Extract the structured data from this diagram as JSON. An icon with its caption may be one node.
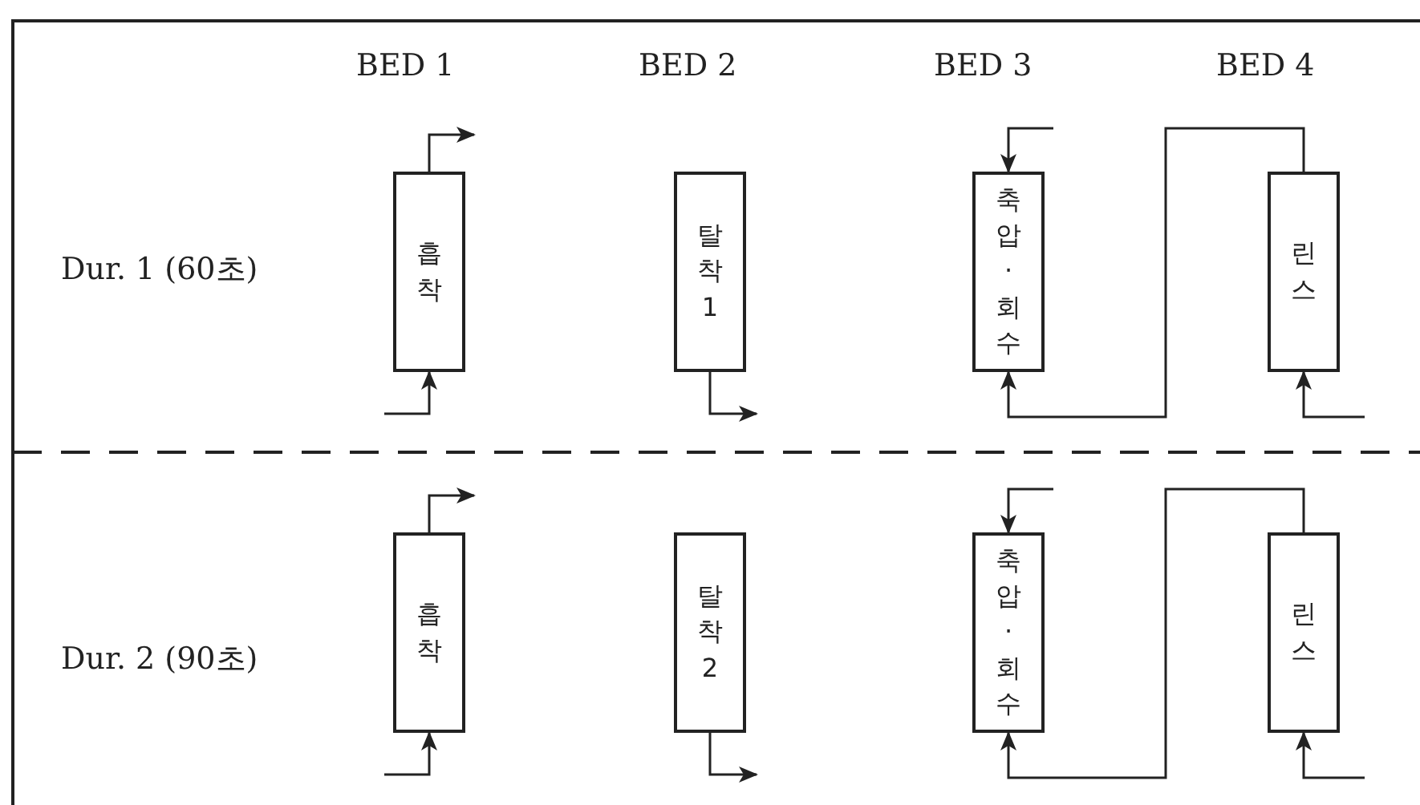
{
  "diagram": {
    "nodes": [
      {
        "text": [
          "흡착"
        ]
      },
      {
        "text": [
          "탈착 1"
        ]
      },
      {
        "text": [
          "축압·회수"
        ]
      },
      {
        "text": [
          "린스"
        ]
      },
      {
        "text": [
          "흡착"
        ]
      },
      {
        "text": [
          "탈착 2"
        ]
      },
      {
        "text": [
          "축압·회수"
        ]
      },
      {
        "text": [
          "린스"
        ]
      }
    ],
    "edges": [
      {
        "from": null,
        "to": 0,
        "arrow": "to"
      },
      {
        "from": 0,
        "to": null,
        "arrow": "to"
      },
      {
        "from": 1,
        "to": null,
        "arrow": "to"
      },
      {
        "from": null,
        "to": 2,
        "arrow": "to"
      },
      {
        "from": 3,
        "to": 2,
        "arrow": "to"
      },
      {
        "from": null,
        "to": 3,
        "arrow": "to"
      },
      {
        "from": null,
        "to": 4,
        "arrow": "to"
      },
      {
        "from": 4,
        "to": null,
        "arrow": "to"
      },
      {
        "from": 5,
        "to": null,
        "arrow": "to"
      },
      {
        "from": null,
        "to": 6,
        "arrow": "to"
      },
      {
        "from": 7,
        "to": 6,
        "arrow": "to"
      },
      {
        "from": null,
        "to": 7,
        "arrow": "to"
      }
    ],
    "labels": [
      "BED 1",
      "BED 2",
      "BED 3",
      "BED 4",
      "Dur. 1 (60초)",
      "Dur. 2 (90초)"
    ]
  }
}
